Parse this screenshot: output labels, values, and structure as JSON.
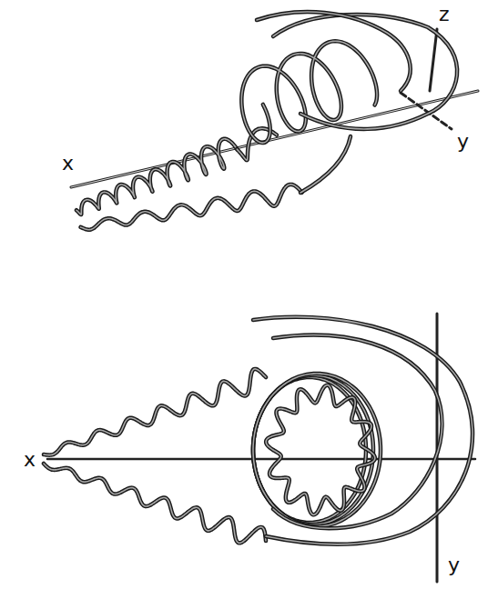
{
  "diagram": {
    "labels": [
      "x",
      "z",
      "y",
      "x",
      "y"
    ]
  }
}
